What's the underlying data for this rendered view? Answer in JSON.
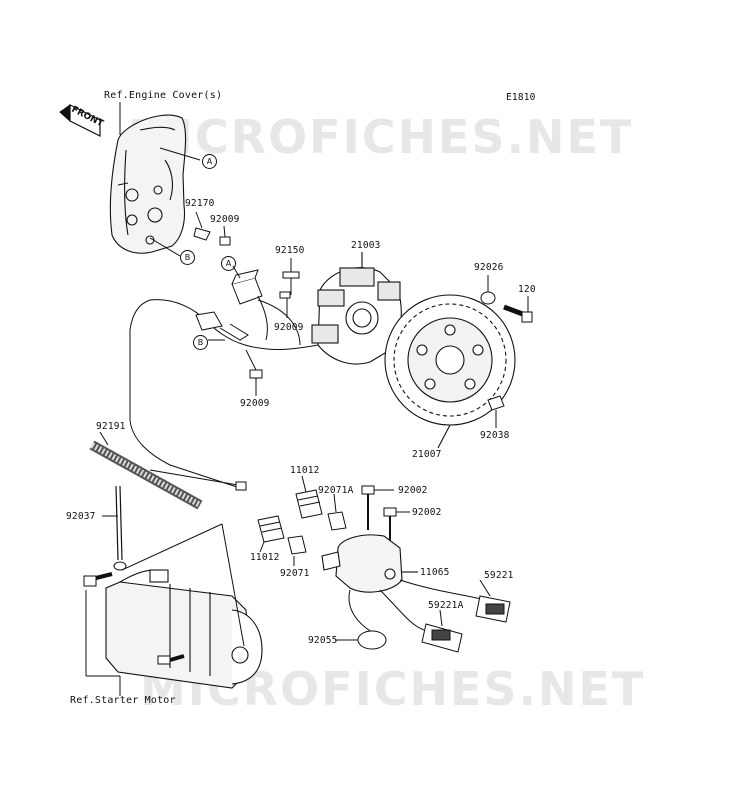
{
  "diagram": {
    "code": "E1810",
    "refs": {
      "engine_cover": "Ref.Engine Cover(s)",
      "starter_motor": "Ref.Starter Motor"
    },
    "front_label": "FRONT",
    "watermark": "MICROFICHES.NET",
    "callouts": {
      "A": "A",
      "B": "B"
    },
    "parts": {
      "p92170": "92170",
      "p92009a": "92009",
      "p92150": "92150",
      "p21003": "21003",
      "p92026": "92026",
      "p120": "120",
      "p92009b": "92009",
      "p92009c": "92009",
      "p21007": "21007",
      "p92038": "92038",
      "p92191": "92191",
      "p11012a": "11012",
      "p92071A": "92071A",
      "p92002a": "92002",
      "p92002b": "92002",
      "p92037": "92037",
      "p11012b": "11012",
      "p92071": "92071",
      "p11065": "11065",
      "p59221": "59221",
      "p59221A": "59221A",
      "p92055": "92055"
    }
  }
}
